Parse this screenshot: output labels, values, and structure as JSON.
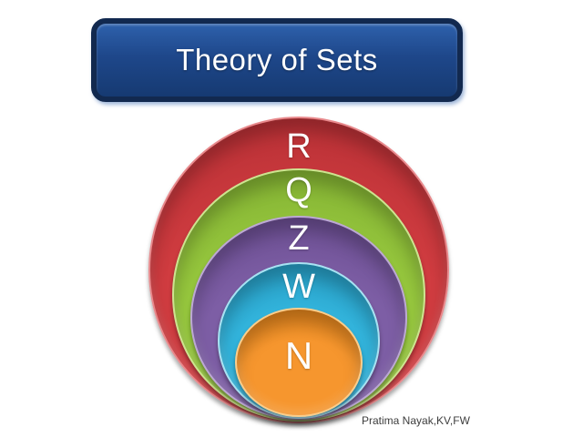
{
  "title": {
    "text": "Theory of Sets",
    "colors": {
      "face_top": "#2E61AC",
      "face_bottom": "#163A72",
      "border": "#12294F",
      "text": "#FFFFFF"
    }
  },
  "diagram": {
    "type": "nested-sets",
    "label_color": "#FFFFFF",
    "sets": [
      {
        "label": "R",
        "fill": "#D03C40",
        "rim": "#E8898C",
        "dark": "#A8282E"
      },
      {
        "label": "Q",
        "fill": "#97C83E",
        "rim": "#CDE490",
        "dark": "#76A32B"
      },
      {
        "label": "Z",
        "fill": "#7D5EA5",
        "rim": "#BCA8D4",
        "dark": "#5F4384"
      },
      {
        "label": "W",
        "fill": "#32B3DB",
        "rim": "#A8E2F2",
        "dark": "#1E8DB3"
      },
      {
        "label": "N",
        "fill": "#F6962E",
        "rim": "#FBCD8B",
        "dark": "#D3770F"
      }
    ]
  },
  "credit": "Pratima Nayak,KV,FW"
}
